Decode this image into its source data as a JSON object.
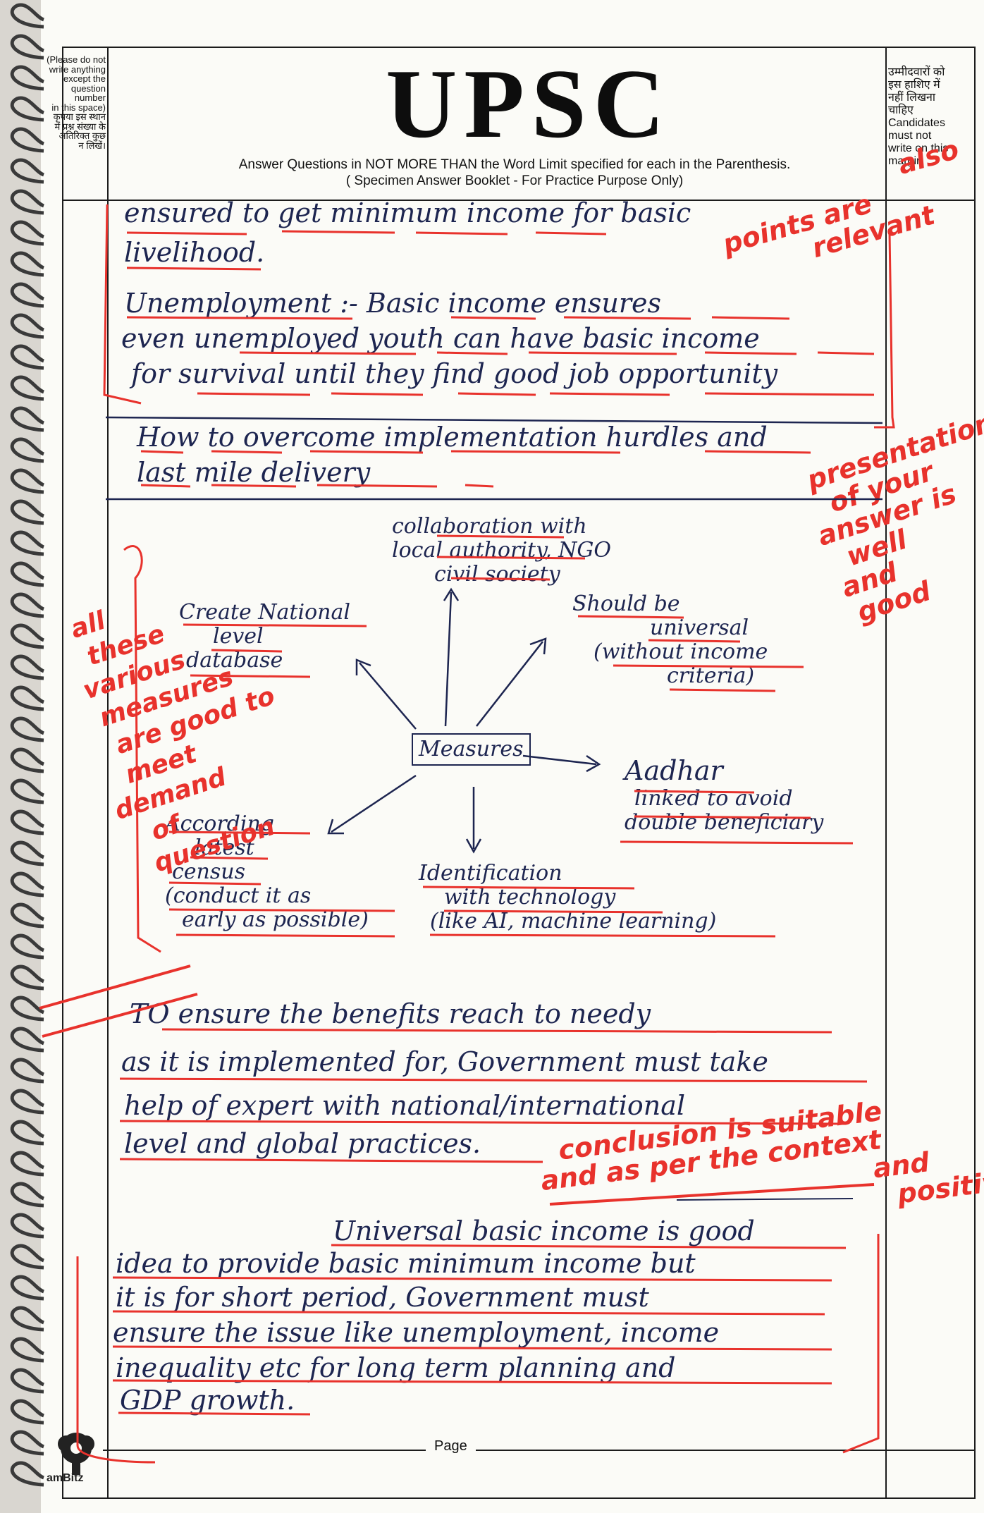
{
  "header": {
    "brand": "UPSC",
    "instruction_line1": "Answer Questions in NOT MORE THAN the Word Limit specified for each in the Parenthesis.",
    "instruction_line2": "( Specimen Answer Booklet - For Practice Purpose Only)",
    "left_margin_note": [
      "(Please do not",
      "write anything",
      "except the",
      "question number",
      "in this space)",
      "कृपया इस स्थान",
      "में प्रश्न संख्या के",
      "अतिरिक्त कुछ",
      "न लिखें।"
    ],
    "right_margin_note": [
      "उम्मीदवारों को",
      "इस हाशिए में",
      "नहीं लिखना",
      "चाहिए",
      "Candidates",
      "must not",
      "write on this",
      "margin"
    ]
  },
  "answer": {
    "line1": "ensured to get minimum income for basic",
    "line2": "livelihood.",
    "line3": "Unemployment :- Basic income ensures",
    "line4": "even unemployed youth can have basic income",
    "line5": "for survival until they find good job opportunity",
    "heading1": "How to overcome implementation hurdles and",
    "heading2": "last mile delivery",
    "diagram": {
      "center": "Measures",
      "collab": [
        "collaboration with",
        "local authority, NGO",
        "civil society"
      ],
      "database": [
        "Create National",
        "level",
        "database"
      ],
      "universal": [
        "Should be",
        "universal",
        "(without income",
        "criteria)"
      ],
      "aadhaar": [
        "Aadhar",
        "linked to avoid",
        "double beneficiary"
      ],
      "census": [
        "According",
        "latest",
        "census",
        "(conduct it as",
        "early as possible)"
      ],
      "identification": [
        "Identification",
        "with technology",
        "(like AI, machine learning)"
      ]
    },
    "para1": [
      "TO ensure the benefits reach to needy",
      "as it is implemented for, Government must take",
      "help of expert with national/international",
      "level and global practices."
    ],
    "conclusion": [
      "Universal basic income is good",
      "idea to provide basic minimum income but",
      "it is for short period, Government must",
      "ensure the issue like unemployment, income",
      "inequality etc for long term planning and",
      "GDP growth."
    ]
  },
  "evaluator_remarks": {
    "points": [
      "also",
      "points are",
      "relevant"
    ],
    "presentation": [
      "presentation",
      "of your",
      "answer is",
      "well",
      "and",
      "good"
    ],
    "measures": [
      "all",
      "these",
      "various",
      "measures",
      "are good to",
      "meet",
      "demand",
      "of",
      "question"
    ],
    "conclusion_remark": [
      "conclusion is suitable",
      "and as per the context",
      "and",
      "positive"
    ]
  },
  "footer": {
    "page_label": "Page",
    "logo_text": "amBitz"
  }
}
